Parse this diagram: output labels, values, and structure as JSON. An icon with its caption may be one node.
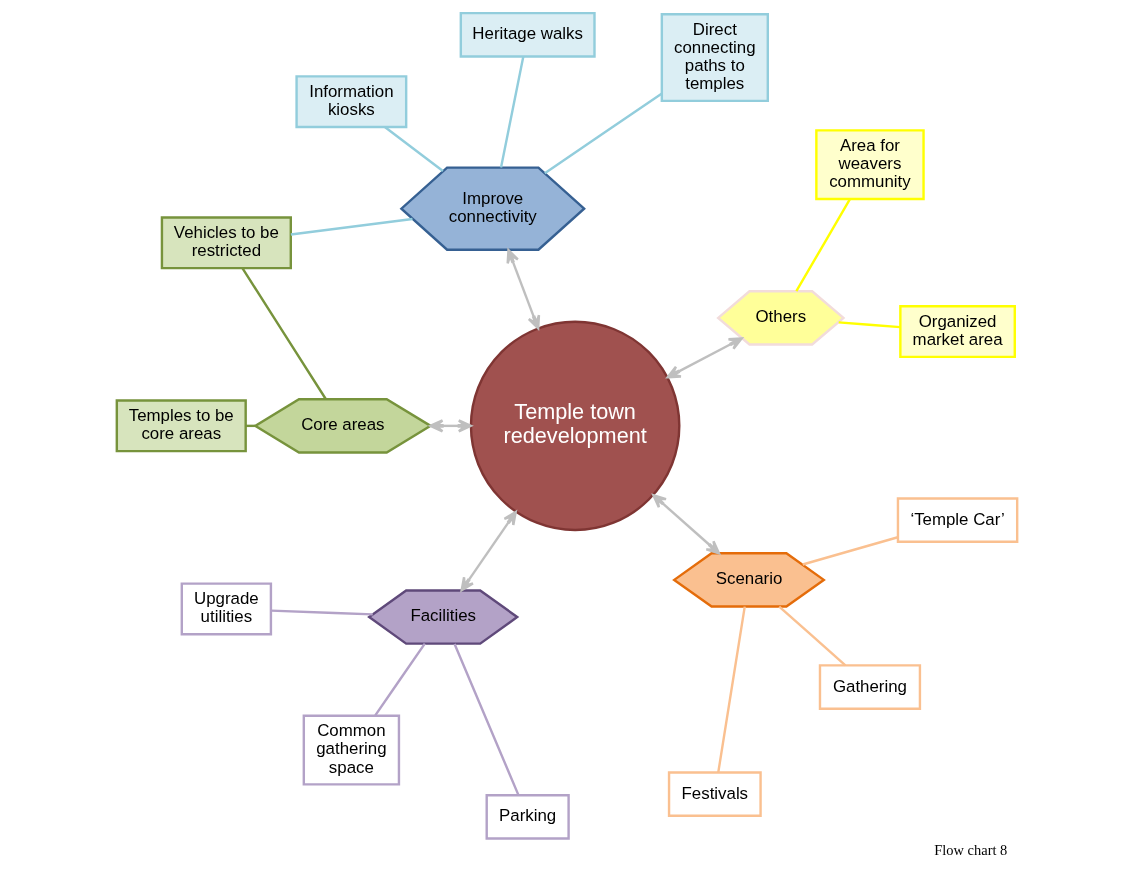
{
  "diagram": {
    "caption": "Flow chart 8",
    "nodes": [
      {
        "text": [
          "Temple town redevelopment"
        ]
      },
      {
        "text": [
          "Others"
        ]
      },
      {
        "text": [
          "Organized market area"
        ]
      },
      {
        "text": [
          "Area for weavers community"
        ]
      },
      {
        "text": [
          "Improve connectivity"
        ]
      },
      {
        "text": [
          "Direct connecting paths to temples"
        ]
      },
      {
        "text": [
          "Heritage walks"
        ]
      },
      {
        "text": [
          "Information kiosks"
        ]
      },
      {
        "text": [
          "Vehicles to be restricted"
        ]
      },
      {
        "text": [
          "Core areas"
        ]
      },
      {
        "text": [
          "Temples to be core areas"
        ]
      },
      {
        "text": [
          "Facilities"
        ]
      },
      {
        "text": [
          "Upgrade utilities"
        ]
      },
      {
        "text": [
          "Common gathering space"
        ]
      },
      {
        "text": [
          "Parking"
        ]
      },
      {
        "text": [
          "Scenario"
        ]
      },
      {
        "text": [
          "Festivals"
        ]
      },
      {
        "text": [
          "Gathering"
        ]
      },
      {
        "text": [
          "‘Temple Car’"
        ]
      }
    ],
    "edges": [
      {
        "from": 0,
        "to": 1,
        "arrow": "both"
      },
      {
        "from": 1,
        "to": 2,
        "arrow": "none",
        "color": "#ffff00"
      },
      {
        "from": 1,
        "to": 3,
        "arrow": "none",
        "color": "#ffff00"
      },
      {
        "from": 0,
        "to": 4,
        "arrow": "both"
      },
      {
        "from": 4,
        "to": 5,
        "arrow": "none",
        "color": "#92cddc"
      },
      {
        "from": 4,
        "to": 6,
        "arrow": "none",
        "color": "#92cddc"
      },
      {
        "from": 4,
        "to": 7,
        "arrow": "none",
        "color": "#92cddc"
      },
      {
        "from": 4,
        "to": 8,
        "arrow": "none",
        "color": "#92cddc"
      },
      {
        "from": 0,
        "to": 9,
        "arrow": "both"
      },
      {
        "from": 9,
        "to": 8,
        "arrow": "none",
        "color": "#77933c"
      },
      {
        "from": 9,
        "to": 10,
        "arrow": "none",
        "color": "#77933c"
      },
      {
        "from": 0,
        "to": 15,
        "arrow": "both"
      },
      {
        "from": 15,
        "to": 16,
        "arrow": "none",
        "color": "#fac090"
      },
      {
        "from": 15,
        "to": 17,
        "arrow": "none",
        "color": "#fac090"
      },
      {
        "from": 15,
        "to": 18,
        "arrow": "none",
        "color": "#fac090"
      },
      {
        "from": 0,
        "to": 11,
        "arrow": "both"
      },
      {
        "from": 11,
        "to": 12,
        "arrow": "none",
        "color": "#b3a2c7"
      },
      {
        "from": 11,
        "to": 13,
        "arrow": "none",
        "color": "#b3a2c7"
      },
      {
        "from": 11,
        "to": 14,
        "arrow": "none",
        "color": "#b3a2c7"
      }
    ]
  }
}
